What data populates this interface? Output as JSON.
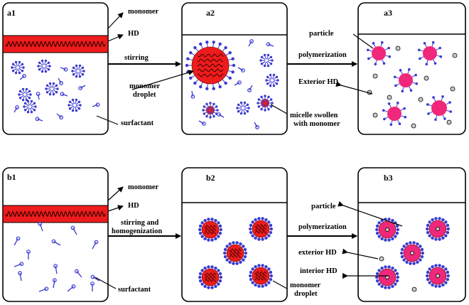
{
  "colors": {
    "panel_border": "#000000",
    "monomer_layer": "#ee1c1c",
    "monomer_wave": "#2a0000",
    "surfactant": "#3a3ad0",
    "monomer_droplet": "#ee1c1c",
    "particle": "#f0277a",
    "hydrophobe": "#c8c8c8"
  },
  "row_a": {
    "panels": {
      "a1": "a1",
      "a2": "a2",
      "a3": "a3"
    },
    "labels": {
      "monomer": "monomer",
      "hd": "HD",
      "stirring": "stirring",
      "surfactant": "surfactant",
      "monomer_droplet_1": "monomer",
      "monomer_droplet_2": "droplet",
      "micelle_1": "micelle swollen",
      "micelle_2": "with monomer",
      "polymerization": "polymerization",
      "particle": "particle",
      "exterior_hd": "Exterior HD"
    }
  },
  "row_b": {
    "panels": {
      "b1": "b1",
      "b2": "b2",
      "b3": "b3"
    },
    "labels": {
      "monomer": "monomer",
      "hd": "HD",
      "stirring_1": "stirring and",
      "stirring_2": "homogenization",
      "surfactant": "surfactant",
      "monomer_droplet_1": "monomer",
      "monomer_droplet_2": "droplet",
      "polymerization": "polymerization",
      "particle": "particle",
      "exterior_hd": "exterior HD",
      "interior_hd": "interior HD"
    }
  }
}
